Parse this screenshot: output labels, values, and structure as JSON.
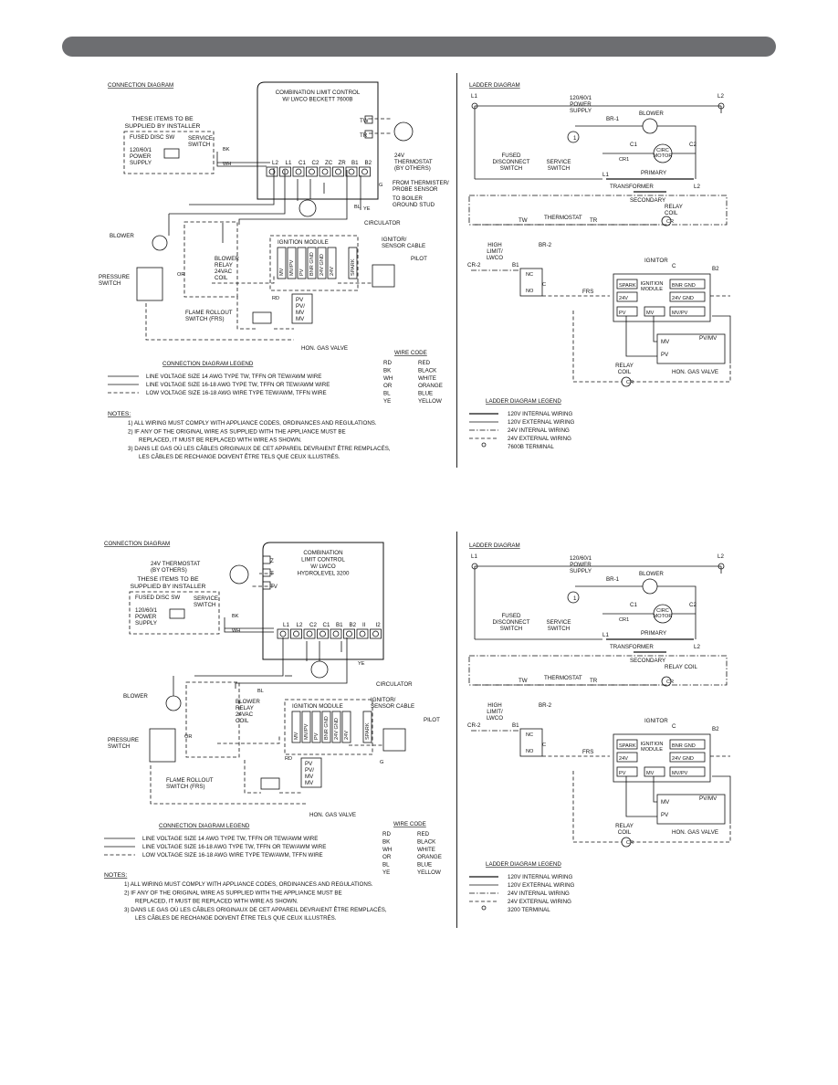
{
  "diagrams": [
    {
      "connection": {
        "title": "CONNECTION DIAGRAM",
        "control_title": [
          "COMBINATION LIMIT CONTROL",
          "W/ LWCO BECKETT 7600B"
        ],
        "thermostat_terminals": [
          "TW",
          "TR"
        ],
        "thermostat_label": [
          "24V",
          "THERMOSTAT",
          "(BY OTHERS)"
        ],
        "terminals": [
          "L2",
          "L1",
          "C1",
          "C2",
          "ZC",
          "ZR",
          "B1",
          "B2"
        ],
        "installer_note": [
          "THESE ITEMS TO BE",
          "SUPPLIED BY INSTALLER"
        ],
        "fused_label": "FUSED DISC SW",
        "service_switch": [
          "SERVICE",
          "SWITCH"
        ],
        "supply_label": [
          "120/60/1",
          "POWER",
          "SUPPLY"
        ],
        "from_thermistor": [
          "FROM THERMISTER/",
          "PROBE SENSOR"
        ],
        "to_boiler": [
          "TO BOILER",
          "GROUND STUD"
        ],
        "circulator": "CIRCULATOR",
        "blower": "BLOWER",
        "blower_relay": [
          "BLOWER",
          "RELAY",
          "24VAC",
          "COIL"
        ],
        "pressure_switch": [
          "PRESSURE",
          "SWITCH"
        ],
        "ignition_module": "IGNITION MODULE",
        "im_terminals": [
          "MV",
          "MV/PV",
          "PV",
          "BNR GND",
          "24V GND",
          "24V",
          "SPARK"
        ],
        "ignitor_cable": [
          "IGNITOR/",
          "SENSOR CABLE"
        ],
        "pilot": "PILOT",
        "valve_terms": [
          "PV",
          "PV/",
          "MV",
          "MV"
        ],
        "frs": [
          "FLAME ROLLOUT",
          "SWITCH (FRS)"
        ],
        "gas_valve": "HON. GAS VALVE",
        "wire_tags": [
          "BK",
          "WH",
          "BL",
          "YE",
          "RD",
          "OR",
          "G"
        ]
      },
      "ladder": {
        "title": "LADDER DIAGRAM",
        "l1": "L1",
        "l2": "L2",
        "supply": [
          "120/60/1",
          "POWER",
          "SUPPLY"
        ],
        "blower": "BLOWER",
        "br1": "BR-1",
        "c1": "C1",
        "c2": "C2",
        "cr1": "CR1",
        "circ_motor": [
          "CIRC",
          "MOTOR"
        ],
        "fused": [
          "FUSED",
          "DISCONNECT",
          "SWITCH"
        ],
        "service": [
          "SERVICE",
          "SWITCH"
        ],
        "primary": "PRIMARY",
        "transformer": "TRANSFORMER",
        "secondary": "SECONDARY",
        "relay_coil": [
          "RELAY",
          "COIL"
        ],
        "tw": "TW",
        "thermostat": "THERMOSTAT",
        "tr": "TR",
        "cr": "CR",
        "high_limit": [
          "HIGH",
          "LIMIT/",
          "LWCO"
        ],
        "cr2": "CR-2",
        "br2": "BR-2",
        "b1": "B1",
        "b2": "B2",
        "nc": "NC",
        "no": "NO",
        "c": "C",
        "ignitor": "IGNITOR",
        "ignition_module": [
          "IGNITION",
          "MODULE"
        ],
        "im_boxes": [
          "SPARK",
          "BNR GND",
          "24V",
          "24V GND",
          "PV",
          "MV",
          "MV/PV"
        ],
        "frs": "FRS",
        "valve_pv_mv": "PV/MV",
        "valve_mv": "MV",
        "valve_pv": "PV",
        "gas_valve": "HON. GAS VALVE",
        "circle_one": "1"
      },
      "wire_code": {
        "title": "WIRE CODE",
        "rows": [
          [
            "RD",
            "RED"
          ],
          [
            "BK",
            "BLACK"
          ],
          [
            "WH",
            "WHITE"
          ],
          [
            "OR",
            "ORANGE"
          ],
          [
            "BL",
            "BLUE"
          ],
          [
            "YE",
            "YELLOW"
          ]
        ]
      },
      "legend": {
        "title": "CONNECTION DIAGRAM LEGEND",
        "items": [
          "LINE VOLTAGE SIZE 14 AWG TYPE TW, TFFN OR TEW/AWM WIRE",
          "LINE VOLTAGE SIZE 16-18 AWG TYPE TW, TFFN OR TEW/AWM WIRE",
          "LOW VOLTAGE SIZE 16-18 AWG WIRE TYPE TEW/AWM, TFFN WIRE"
        ]
      },
      "notes": {
        "title": "NOTES:",
        "items": [
          "1) ALL WIRING MUST COMPLY WITH APPLIANCE CODES, ORDINANCES AND REGULATIONS.",
          "2) IF ANY OF THE ORIGINAL WIRE AS SUPPLIED WITH THE APPLIANCE MUST BE",
          "REPLACED, IT MUST BE REPLACED WITH WIRE AS SHOWN.",
          "3) DANS LE GAS OÙ LES CÂBLES ORIGINAUX DE CET APPAREIL DEVRAIENT ÊTRE REMPLACÉS,",
          "LES CÂBLES DE RECHANGE DOIVENT ÊTRE TELS QUE CEUX ILLUSTRÉS."
        ]
      },
      "ladder_legend": {
        "title": "LADDER DIAGRAM LEGEND",
        "items": [
          "120V INTERNAL WIRING",
          "120V EXTERNAL WIRING",
          "24V INTERNAL WIRING",
          "24V EXTERNAL WIRING",
          "7600B TERMINAL"
        ]
      }
    },
    {
      "connection": {
        "title": "CONNECTION DIAGRAM",
        "control_title": [
          "COMBINATION",
          "LIMIT CONTROL",
          "W/ LWCO",
          "HYDROLEVEL 3200"
        ],
        "thermostat_terminals": [
          "Z",
          "T",
          "TV"
        ],
        "thermostat_label": [
          "24V THERMOSTAT",
          "(BY OTHERS)"
        ],
        "terminals": [
          "L1",
          "L2",
          "C2",
          "C1",
          "B1",
          "B2",
          "II",
          "I2"
        ],
        "installer_note": [
          "THESE ITEMS TO BE",
          "SUPPLIED BY INSTALLER"
        ],
        "fused_label": "FUSED DISC SW",
        "service_switch": [
          "SERVICE",
          "SWITCH"
        ],
        "supply_label": [
          "120/60/1",
          "POWER",
          "SUPPLY"
        ],
        "circulator": "CIRCULATOR",
        "blower": "BLOWER",
        "blower_relay": [
          "BLOWER",
          "RELAY",
          "24VAC",
          "COIL"
        ],
        "pressure_switch": [
          "PRESSURE",
          "SWITCH"
        ],
        "ignition_module": "IGNITION MODULE",
        "im_terminals": [
          "MV",
          "MV/PV",
          "PV",
          "BNR GND",
          "24V GND",
          "24V",
          "SPARK"
        ],
        "ignitor_cable": [
          "IGNITOR/",
          "SENSOR CABLE"
        ],
        "pilot": "PILOT",
        "valve_terms": [
          "PV",
          "PV/",
          "MV",
          "MV"
        ],
        "frs": [
          "FLAME ROLLOUT",
          "SWITCH (FRS)"
        ],
        "gas_valve": "HON. GAS VALVE",
        "wire_tags": [
          "BK",
          "WH",
          "BL",
          "YE",
          "RD",
          "OR",
          "G"
        ]
      },
      "ladder": {
        "title": "LADDER DIAGRAM",
        "l1": "L1",
        "l2": "L2",
        "supply": [
          "120/60/1",
          "POWER",
          "SUPPLY"
        ],
        "blower": "BLOWER",
        "br1": "BR-1",
        "c1": "C1",
        "c2": "C2",
        "cr1": "CR1",
        "circ_motor": [
          "CIRC",
          "MOTOR"
        ],
        "fused": [
          "FUSED",
          "DISCONNECT",
          "SWITCH"
        ],
        "service": [
          "SERVICE",
          "SWITCH"
        ],
        "primary": "PRIMARY",
        "transformer": "TRANSFORMER",
        "secondary": "SECONDARY",
        "relay_coil": [
          "RELAY COIL"
        ],
        "tw": "TW",
        "thermostat": "THERMOSTAT",
        "tr": "TR",
        "cr": "CR",
        "high_limit": [
          "HIGH",
          "LIMIT/",
          "LWCO"
        ],
        "cr2": "CR-2",
        "br2": "BR-2",
        "b1": "B1",
        "b2": "B2",
        "nc": "NC",
        "no": "NO",
        "c": "C",
        "ignitor": "IGNITOR",
        "ignition_module": [
          "IGNITION",
          "MODULE"
        ],
        "im_boxes": [
          "SPARK",
          "BNR GND",
          "24V",
          "24V GND",
          "PV",
          "MV",
          "MV/PV"
        ],
        "frs": "FRS",
        "valve_pv_mv": "PV/MV",
        "valve_mv": "MV",
        "valve_pv": "PV",
        "gas_valve": "HON. GAS VALVE",
        "circle_one": "1"
      },
      "wire_code": {
        "title": "WIRE CODE",
        "rows": [
          [
            "RD",
            "RED"
          ],
          [
            "BK",
            "BLACK"
          ],
          [
            "WH",
            "WHITE"
          ],
          [
            "OR",
            "ORANGE"
          ],
          [
            "BL",
            "BLUE"
          ],
          [
            "YE",
            "YELLOW"
          ]
        ]
      },
      "legend": {
        "title": "CONNECTION DIAGRAM LEGEND",
        "items": [
          "LINE VOLTAGE SIZE 14 AWG TYPE TW, TFFN OR TEW/AWM WIRE",
          "LINE VOLTAGE SIZE 16-18 AWG TYPE TW, TFFN OR TEW/AWM WIRE",
          "LOW VOLTAGE SIZE 16-18 AWG WIRE TYPE TEW/AWM, TFFN WIRE"
        ]
      },
      "notes": {
        "title": "NOTES:",
        "items": [
          "1) ALL WIRING MUST COMPLY WITH APPLIANCE CODES, ORDINANCES AND REGULATIONS.",
          "2) IF ANY OF THE ORIGINAL WIRE AS SUPPLIED WITH THE APPLIANCE MUST BE",
          "REPLACED, IT MUST BE REPLACED WITH WIRE AS SHOWN.",
          "3) DANS LE GAS OÙ LES CÂBLES ORIGINAUX DE CET APPAREIL DEVRAIENT ÊTRE REMPLACÉS,",
          "LES CÂBLES DE RECHANGE DOIVENT ÊTRE TELS QUE CEUX ILLUSTRÉS."
        ]
      },
      "ladder_legend": {
        "title": "LADDER DIAGRAM LEGEND",
        "items": [
          "120V INTERNAL WIRING",
          "120V EXTERNAL WIRING",
          "24V INTERNAL WIRING",
          "24V EXTERNAL WIRING",
          "3200 TERMINAL"
        ]
      }
    }
  ]
}
